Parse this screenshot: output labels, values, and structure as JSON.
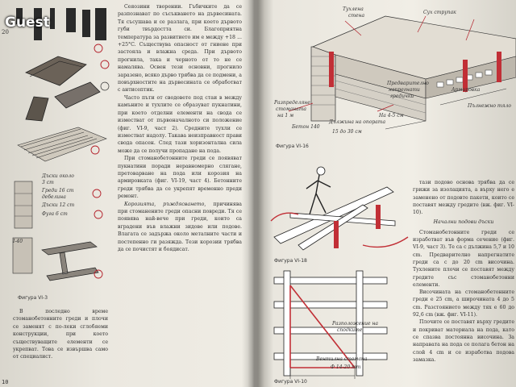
{
  "watermark": "Guest",
  "pages": {
    "left_top": "20",
    "left_bottom": "10"
  },
  "left_figure": {
    "caption": "Фигура VI-3",
    "labels": [
      "Дъски около",
      "3 cm",
      "Греди 16 cm",
      "дебелина",
      "Дъски 12 cm",
      "Фуга 6 cm",
      "I-40"
    ]
  },
  "middle_column": {
    "para1": "Сеяозини творении. Гъбичките да се разпознават по съ­сък­ване­то на дървесината. Тя съ­сушава и се разлага, при което дървото губи твърдостта си. Благоприятна температура за развитието им е между +18 ... +25°C. Съществува опасност от гниене при застояла и влажна среда. При дървото прогнила, така и черното от то не се намалява. Освен тези основни, прогнило заразено, всяко дърво трябва да се подмени, а повърхностите на дървесината се обработват с антисептик.",
    "para2": "Часто пъти от сводовете под стаи в между камъните и тухлите се образуват пукнатини, при което отделни елементи на свода се изместват от първоначалното си положение (фиг. VI-9, част 2). Средните тухли се изместват надолу. Такава неизправност прави свода опасен. След тази хоризонтална сила може да се получи пропадане на пода.",
    "para3": "При стоманобетонните греди се появяват пукнатини поради неравномерно слягане, претоварване на пода или корозия на армировката (фиг. VI-19, част 4). Бетонните греди трябва да се укрепят временно преди ремонт.",
    "heading_corrosion": "Корозията, ръждясването,",
    "para4": "причинява при стоманените греди опасни повреди. Тя се появява най-вече при греди, които са вградени във влажни зидове или подове. Влагата се задържа около металните части и постепенно ги разяжда. Тези корозии трябва да се почистят и боядисат.",
    "para5": "В последно време стоманобетонните греди и плочи се заменят с по-леки сглобяеми конструкции, при което съществуващите елементи се укрепват. Това се извършва само от специалист."
  },
  "top_diagram": {
    "caption": "Фигура VI-16",
    "labels": [
      "Тухлена",
      "стена",
      "Сух струпак",
      "Предварително",
      "напрегнати",
      "гредички",
      "Пълнежно тяло",
      "Разпределяне",
      "стоманата",
      "на 1 м",
      "Бетон 140",
      "Дължина на опората",
      "15 до 30 см",
      "На 4-5 см",
      "Армировка"
    ]
  },
  "bottom_diagram": {
    "caption": "Фигура VI-18",
    "caption2": "Фигура VI-10",
    "labels": [
      "Разположение на",
      "сподките",
      "Вентилна стомана",
      "Ф 14-20 mm"
    ]
  },
  "right_column": {
    "heading": "Начални подови дъски",
    "para1": "тази подово основа трябва да се грижи за изолацията, а върху него е заменено от подов­те пакети, които се поставят между гредите (вж. фиг. VI-10).",
    "para2": "Стоманобетонните греди се изработват във форма сечение (фиг. VI-9, част 3). Те са с дължина 5,7 и 10 cm. Пред­ва­ри­телно напрегнатите греди са с до 20 cm височина. Тухлените плочи се поставят между гредите със стоманобетонни елементи.",
    "para3": "Височината на стоманобетонните греди е 25 cm, а широчината 4 до 5 cm. Разстоянието между тях е 60 до 92,6 cm (вж. фиг. VI-11).",
    "para4": "Плочите се поставят върху гредите и покриват материала на пода, като се спазва постоянна височина. За направата на пода се полага бетон на слой 4 cm и се изработва подова замазка."
  }
}
